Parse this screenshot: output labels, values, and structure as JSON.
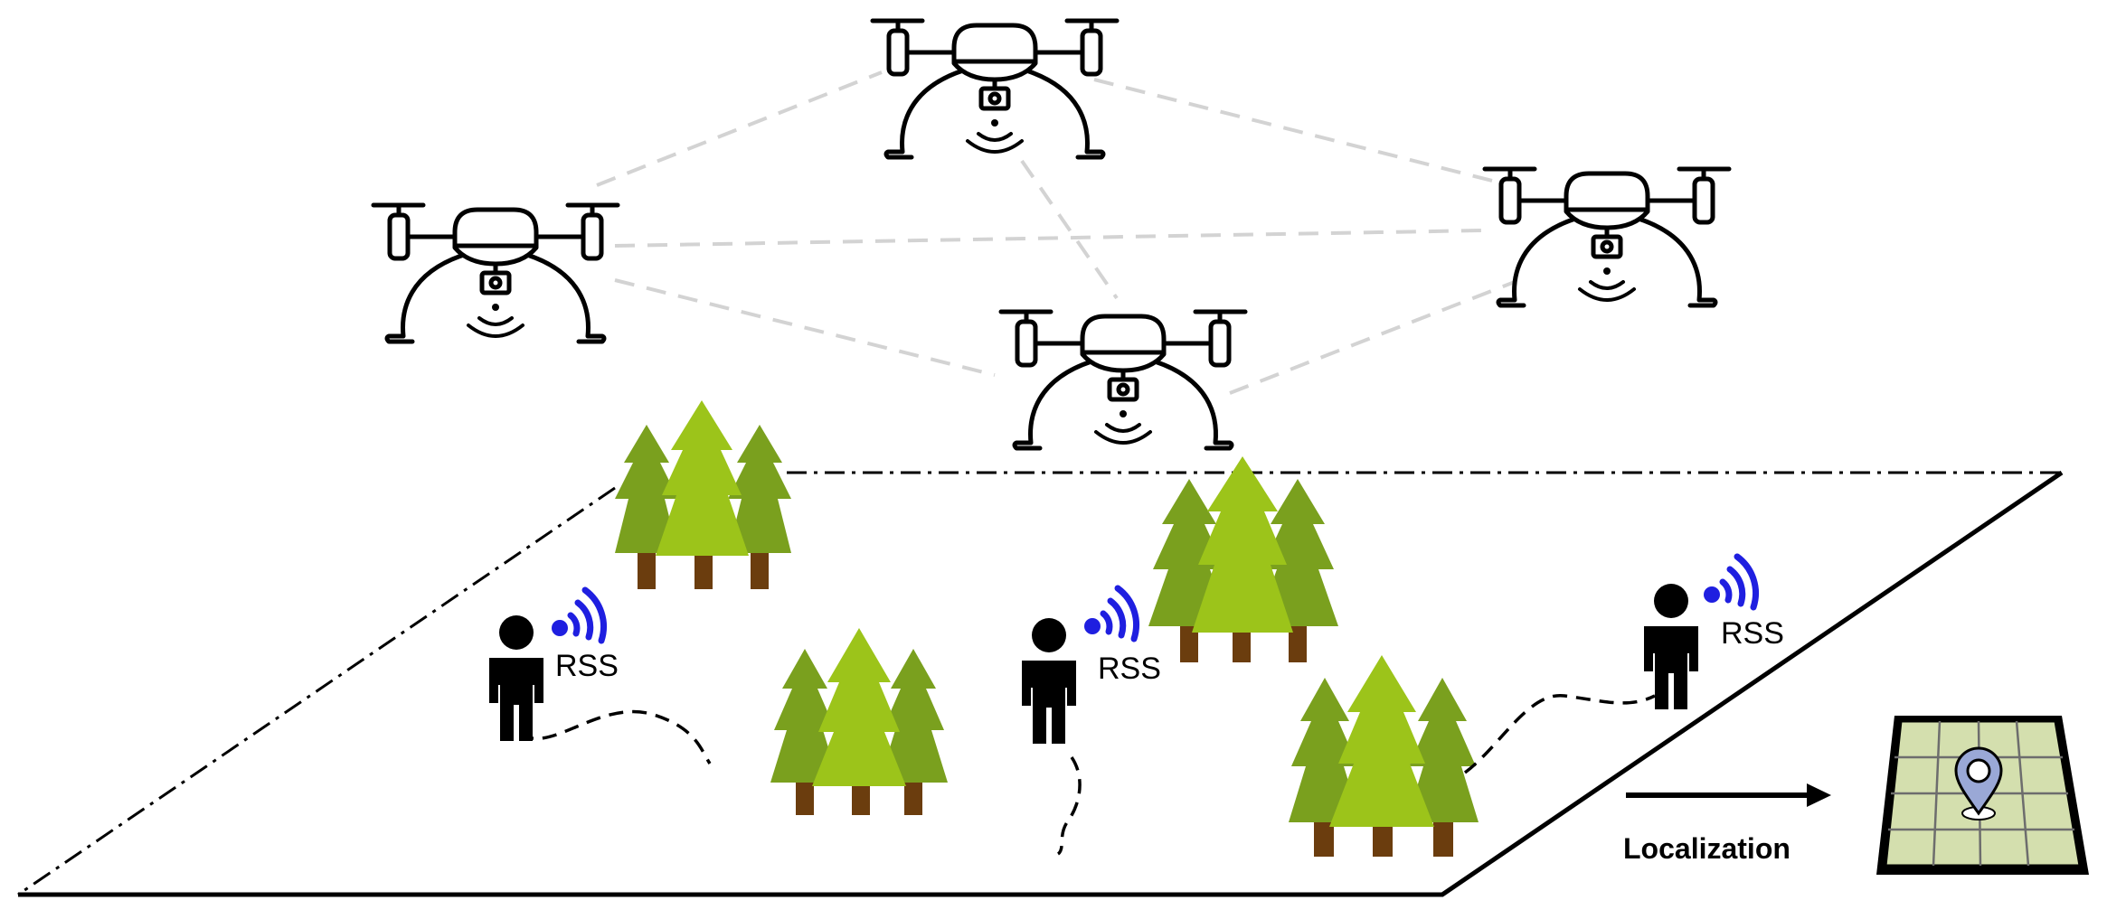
{
  "labels": {
    "rss_left": "RSS",
    "rss_middle": "RSS",
    "rss_right": "RSS",
    "localization": "Localization"
  },
  "colors": {
    "drone_stroke": "#000000",
    "link_line": "#d3d3d3",
    "signal": "#1f1fe0",
    "person": "#000000",
    "tree_dark": "#7aa01e",
    "tree_light": "#9cc41a",
    "trunk": "#6b3d0e",
    "map_fill": "#d4dfae",
    "map_pin": "#9aa8d6"
  },
  "icons": {
    "drone": "drone-icon",
    "person": "person-icon",
    "tree": "tree-icon",
    "signal": "wifi-signal-icon",
    "map": "map-pin-icon",
    "arrow": "arrow-right-icon"
  }
}
